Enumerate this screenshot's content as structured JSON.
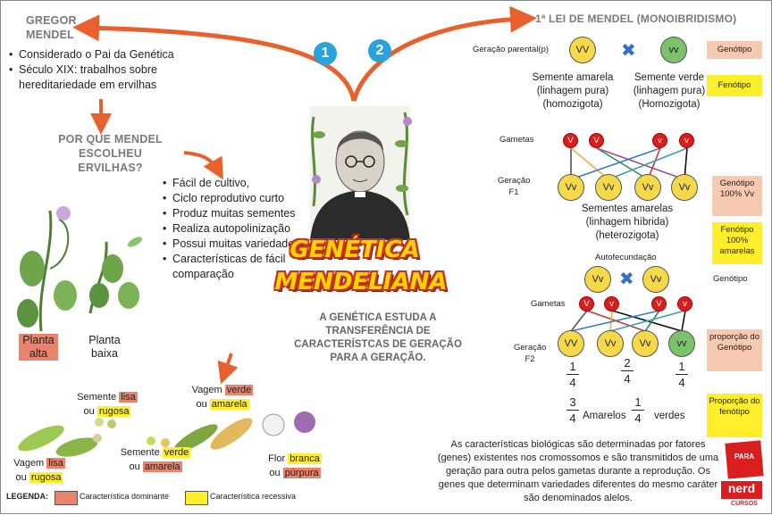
{
  "left": {
    "title": "GREGOR MENDEL",
    "bullets": [
      "Considerado o Pai da Genética",
      "Século XIX: trabalhos sobre hereditariedade em ervilhas"
    ],
    "question": "POR QUE MENDEL ESCOLHEU ERVILHAS?",
    "reasons": [
      "Fácil de cultivo,",
      "Ciclo reprodutivo curto",
      "Produz muitas sementes",
      "Realiza autopolinização",
      "Possui muitas variedade",
      "Características de fácil comparação"
    ],
    "plant_tall": "Planta alta",
    "plant_short": "Planta baixa",
    "seed_shape": {
      "prefix": "Semente",
      "dominant": "lisa",
      "mid": "ou",
      "recessive": "rugosa"
    },
    "pod_color": {
      "prefix": "Vagem",
      "dominant": "verde",
      "mid": "ou",
      "recessive": "amarela"
    },
    "pod_shape": {
      "prefix": "Vagem",
      "dominant": "lisa",
      "mid": "ou",
      "recessive": "rugosa"
    },
    "seed_color": {
      "prefix": "Semente",
      "dominant": "verde",
      "mid": "ou",
      "recessive": "amarela"
    },
    "flower": {
      "prefix": "Flor",
      "dominant": "branca",
      "mid": "ou",
      "recessive": "púrpura"
    }
  },
  "legend": {
    "label": "LEGENDA:",
    "dominant": "Característica dominante",
    "recessive": "Característica recessiva"
  },
  "center": {
    "badge1": "1",
    "badge2": "2",
    "title_line1": "GENÉTICA",
    "title_line2": "MENDELIANA",
    "subtitle": "A GENÉTICA ESTUDA A TRANSFERÊNCIA DE CARACTERÍSTCAS DE GERAÇÃO PARA A GERAÇÃO."
  },
  "right": {
    "title": "1ª LEI DE MENDEL (MONOIBRIDISMO)",
    "parental_label": "Geração parental(p)",
    "parent1": "VV",
    "parent2": "vv",
    "cross_symbol": "✖",
    "genotipo_label": "Genótipo",
    "fenotipo_label": "Fenótipo",
    "parent1_desc": "Semente amarela (linhagem pura) (homozigota)",
    "parent2_desc": "Semente verde (linhagem pura) (Homozigota)",
    "gametas_label": "Gametas",
    "gametes1": [
      "V",
      "V",
      "v",
      "v"
    ],
    "f1_label": "Geração F1",
    "f1": [
      "Vv",
      "Vv",
      "Vv",
      "Vv"
    ],
    "f1_genotipo": "Genótipo 100% Vv",
    "f1_desc": "Sementes amarelas (linhagem híbrida) (heterozigota)",
    "f1_fenotipo": "Fenótipo 100% amarelas",
    "autofec_label": "Autofecundação",
    "self1": "Vv",
    "self2": "Vv",
    "genotipo_label2": "Genótipo",
    "gametas_label2": "Gametas",
    "gametes2": [
      "V",
      "v",
      "V",
      "v"
    ],
    "f2_label": "Geração F2",
    "f2": [
      "VV",
      "Vv",
      "Vv",
      "vv"
    ],
    "prop_genotipo": "proporção do Genótipo",
    "frac1": {
      "n": "1",
      "d": "4"
    },
    "frac2": {
      "n": "2",
      "d": "4"
    },
    "frac3": {
      "n": "1",
      "d": "4"
    },
    "frac4": {
      "n": "3",
      "d": "4"
    },
    "frac5": {
      "n": "1",
      "d": "4"
    },
    "amarelos": "Amarelos",
    "verdes": "verdes",
    "prop_fenotipo": "Proporção do fenótipo",
    "footer": "As características biológicas são determinadas por fatores (genes) existentes nos cromossomos e são transmitidos de uma geração para outra pelos gametas durante a reprodução. Os genes que determinam variedades diferentes do mesmo caráter são denominados alelos."
  },
  "logo": {
    "line1": "PARA",
    "line2": "nerd",
    "line3": "CURSOS"
  },
  "colors": {
    "arrow": "#e8612c",
    "badge": "#29a3d9",
    "dominant": "#e9836b",
    "recessive": "#ffef2a",
    "yellow_seed": "#f5d94a",
    "green_seed": "#7bc26b",
    "gamete": "#d81e1e"
  }
}
